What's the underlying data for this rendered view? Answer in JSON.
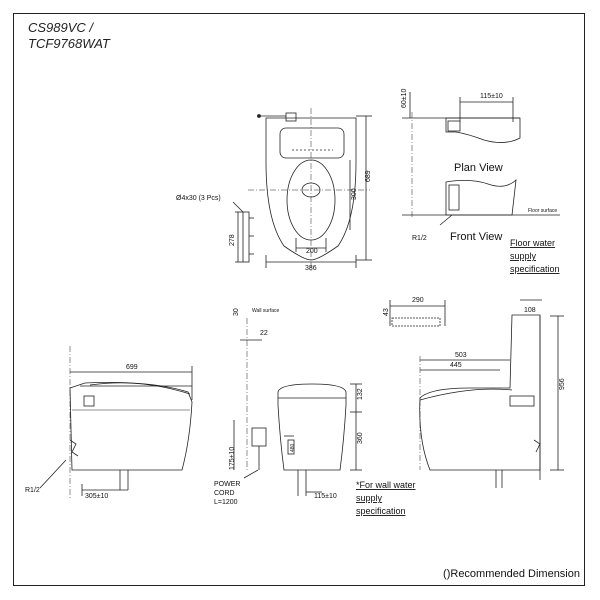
{
  "header": {
    "model_line_1": "CS989VC /",
    "model_line_2": "TCF9768WAT"
  },
  "labels": {
    "plan_view": "Plan View",
    "front_view": "Front View",
    "floor_water_1": "Floor water",
    "floor_water_2": "supply",
    "floor_water_3": "specification",
    "wall_water_1": "*For wall water",
    "wall_water_2": "supply",
    "wall_water_3": "specification",
    "floor_surface": "Floor surface",
    "wall_surface": "Wall surface",
    "screw": "Ø4x30 (3 Pcs)",
    "r12": "R1/2",
    "power_cord_1": "POWER",
    "power_cord_2": "CORD",
    "power_cord_3": "L=1200",
    "footer": "()Recommended Dimension"
  },
  "dimensions": {
    "d689": "689",
    "d300": "300",
    "d200": "200",
    "d386": "386",
    "d278": "278",
    "d115": "115±10",
    "d60": "60±10",
    "d699": "699",
    "d305": "305±10",
    "d30": "30",
    "d22": "22",
    "d132": "132",
    "d360": "360",
    "d175": "175±10",
    "d480": "480",
    "d115b": "115±10",
    "d290": "290",
    "d43": "43",
    "d108": "108",
    "d503": "503",
    "d445": "445",
    "d956": "956"
  },
  "colors": {
    "line": "#222222",
    "frame": "#222222",
    "background": "#ffffff"
  }
}
